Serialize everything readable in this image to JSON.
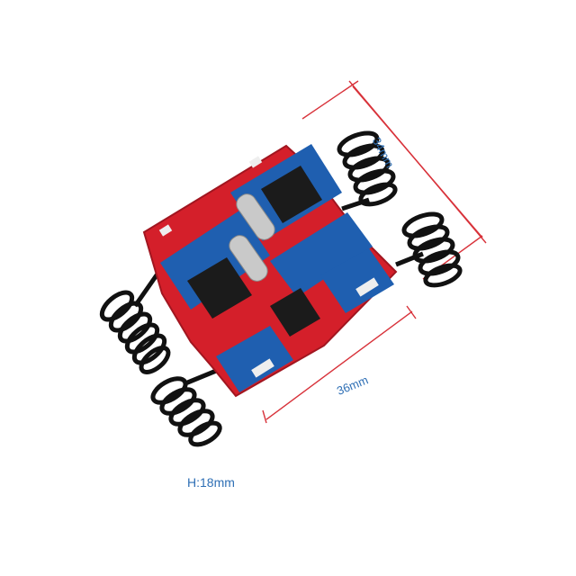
{
  "labels": {
    "width_34": "34mm",
    "length_36": "36mm",
    "height": "H:18mm"
  },
  "colors": {
    "pcb_red": "#d41f2a",
    "pcb_blue": "#1f5fb0",
    "dimension_line": "#d8323a",
    "dimension_text": "#2e6fb5",
    "chip_black": "#1b1b1b",
    "crystal_silver": "#c9c9c9",
    "spring_black": "#111111"
  }
}
